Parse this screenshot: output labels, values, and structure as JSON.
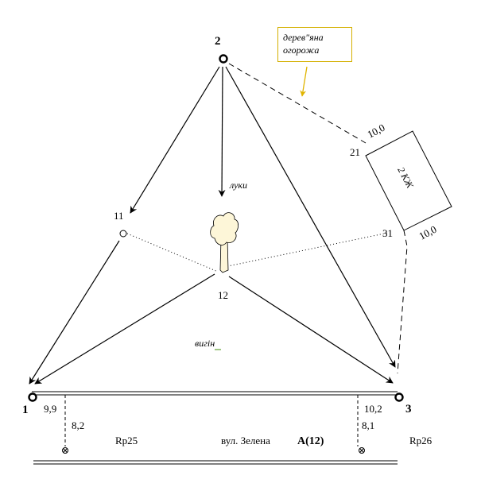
{
  "points": {
    "p1": "1",
    "p2": "2",
    "p3": "3",
    "p11": "11",
    "p12": "12",
    "p21": "21",
    "p31": "31"
  },
  "features": {
    "meadow": "луки",
    "bend": "вигін",
    "fence_line1": "дерев\"яна",
    "fence_line2": "огорожа",
    "building": "2 КЖ"
  },
  "measurements": {
    "top_side": "10,0",
    "right_side": "10,0",
    "off_left_x": "9,9",
    "off_left_y": "8,2",
    "off_right_x": "10,2",
    "off_right_y": "8,1"
  },
  "benchmarks": {
    "left": "Rp25",
    "right": "Rp26"
  },
  "street": {
    "name": "вул. Зелена",
    "object_letter": "A",
    "object_number": "(12)"
  },
  "colors": {
    "callout_border": "#d4b000",
    "callout_arrow": "#e0b400",
    "tree_fill": "#fdf6d8",
    "bend_underline": "#7fb35a"
  }
}
